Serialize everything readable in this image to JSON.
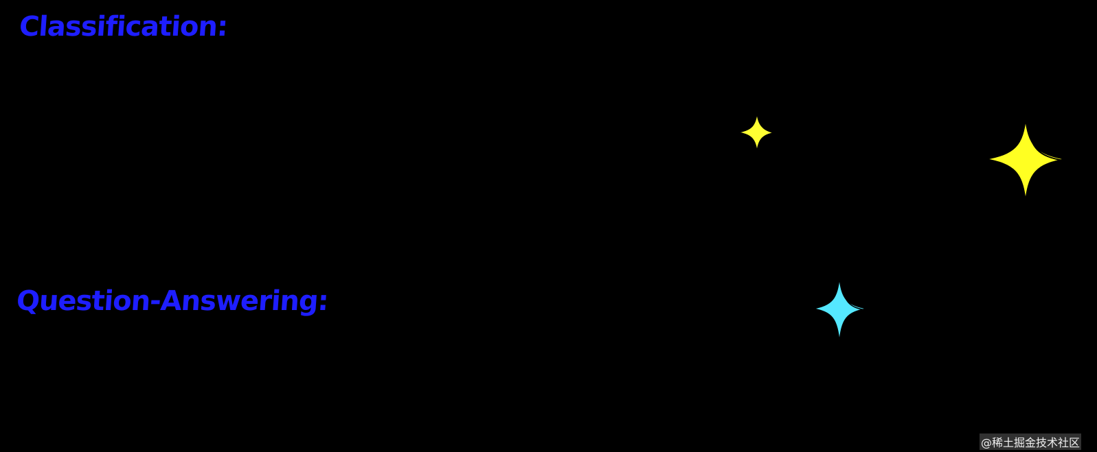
{
  "diagram": {
    "background": "#000000",
    "labels": [
      {
        "id": "classification",
        "text": "Classification:",
        "color": "#1e1eff"
      },
      {
        "id": "question-answering",
        "text": "Question-Answering:",
        "color": "#1e1eff"
      }
    ],
    "sparkles": [
      {
        "id": "sparkle-small-yellow",
        "color": "#ffff33",
        "icon": "sparkle-icon"
      },
      {
        "id": "sparkle-large-yellow",
        "color": "#ffff22",
        "icon": "sparkle-icon"
      },
      {
        "id": "sparkle-cyan",
        "color": "#55e8ff",
        "icon": "sparkle-icon"
      }
    ]
  },
  "watermark": {
    "text": "@稀土掘金技术社区"
  }
}
